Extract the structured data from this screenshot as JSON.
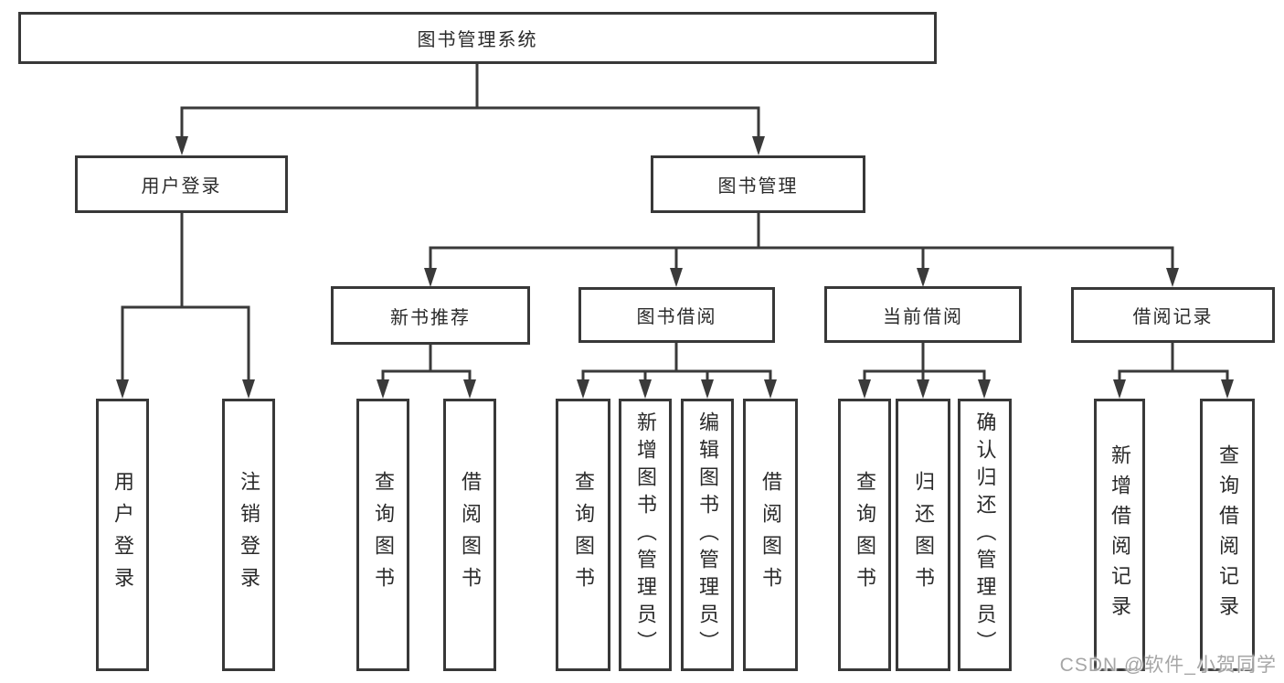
{
  "title": "图书管理系统",
  "level2": {
    "user_login": "用户登录",
    "book_management": "图书管理"
  },
  "level3": {
    "new_book_recommend": "新书推荐",
    "book_borrow": "图书借阅",
    "current_borrow": "当前借阅",
    "borrow_records": "借阅记录"
  },
  "leaves": {
    "user_login": [
      "用户登录",
      "注销登录"
    ],
    "new_book_recommend": [
      "查询图书",
      "借阅图书"
    ],
    "book_borrow": [
      "查询图书",
      "新增图书（管理员）",
      "编辑图书（管理员）",
      "借阅图书"
    ],
    "current_borrow": [
      "查询图书",
      "归还图书",
      "确认归还（管理员）"
    ],
    "borrow_records": [
      "新增借阅记录",
      "查询借阅记录"
    ]
  },
  "watermark": "CSDN @软件_小贺同学",
  "colors": {
    "line": "#3a3a3a",
    "border": "#383838",
    "text": "#2a2a2a",
    "background": "#ffffff",
    "watermark": "#9e9e9e"
  }
}
